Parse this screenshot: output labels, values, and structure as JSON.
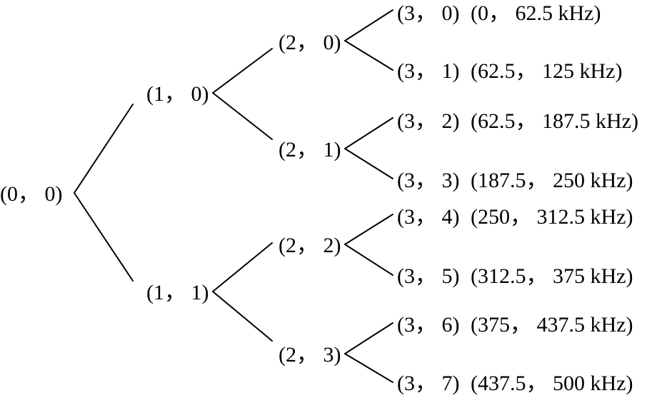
{
  "tree": {
    "root": {
      "label": "(0， 0)"
    },
    "level1": [
      {
        "label": "(1， 0)"
      },
      {
        "label": "(1， 1)"
      }
    ],
    "level2": [
      {
        "label": "(2， 0)"
      },
      {
        "label": "(2， 1)"
      },
      {
        "label": "(2， 2)"
      },
      {
        "label": "(2， 3)"
      }
    ],
    "level3": [
      {
        "label": "(3， 0)",
        "band": "(0， 62.5 kHz)"
      },
      {
        "label": "(3， 1)",
        "band": "(62.5， 125 kHz)"
      },
      {
        "label": "(3， 2)",
        "band": "(62.5， 187.5 kHz)"
      },
      {
        "label": "(3， 3)",
        "band": "(187.5， 250 kHz)"
      },
      {
        "label": "(3， 4)",
        "band": "(250， 312.5 kHz)"
      },
      {
        "label": "(3， 5)",
        "band": "(312.5， 375 kHz)"
      },
      {
        "label": "(3， 6)",
        "band": "(375， 437.5 kHz)"
      },
      {
        "label": "(3， 7)",
        "band": "(437.5， 500 kHz)"
      }
    ]
  }
}
